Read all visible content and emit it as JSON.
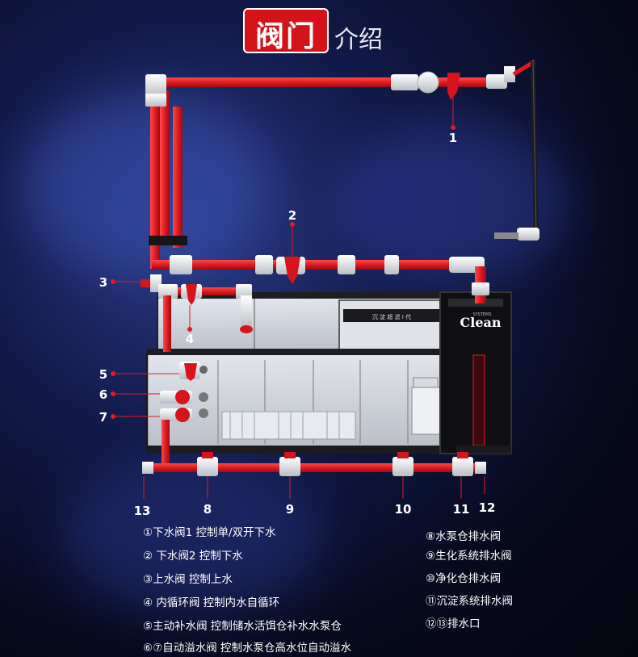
{
  "title": {
    "highlight": "阀门",
    "rest": "介绍"
  },
  "brand": {
    "name": "Clean",
    "sub": "SYSTEMS",
    "panel_label": "沉 淀 超 滤 Ⅰ 代"
  },
  "callouts": [
    "1",
    "2",
    "3",
    "4",
    "5",
    "6",
    "7",
    "8",
    "9",
    "10",
    "11",
    "12",
    "13"
  ],
  "legend_left": [
    "①下水阀1  控制单/双开下水",
    "② 下水阀2  控制下水",
    "③上水阀  控制上水",
    "④ 内循环阀  控制内水自循环",
    "⑤主动补水阀  控制储水活饵仓补水水泵仓",
    "⑥⑦自动溢水阀  控制水泵仓高水位自动溢水"
  ],
  "legend_right": [
    "⑧水泵仓排水阀",
    "⑨生化系统排水阀",
    "⑩净化仓排水阀",
    "⑪沉淀系统排水阀",
    "⑫⑬排水口"
  ],
  "colors": {
    "pipe_red": "#e01b22",
    "valve_red": "#d6141c",
    "accent": "#d4121a"
  }
}
